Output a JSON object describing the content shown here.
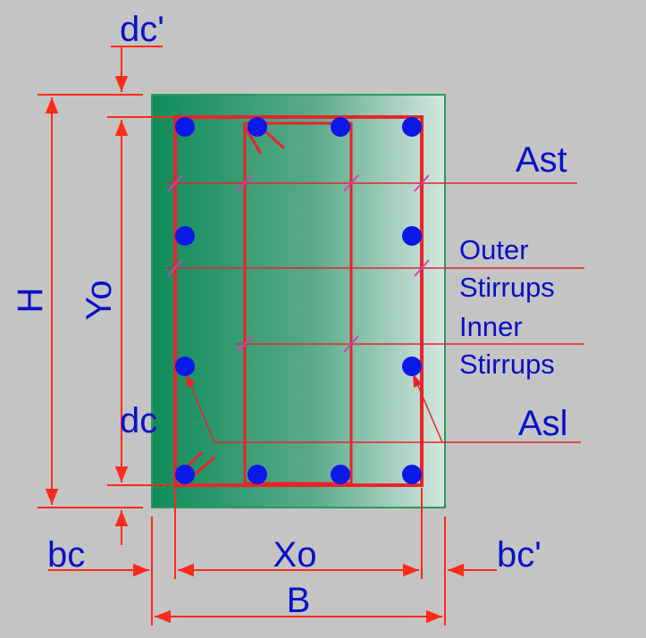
{
  "labels": {
    "dc_prime": "dc'",
    "H": "H",
    "Yo": "Yo",
    "dc": "dc",
    "bc": "bc",
    "Xo": "Xo",
    "bc_prime": "bc'",
    "B": "B",
    "Ast": "Ast",
    "outer_line1": "Outer",
    "outer_line2": "Stirrups",
    "inner_line1": "Inner",
    "inner_line2": "Stirrups",
    "Asl": "Asl"
  },
  "colors": {
    "background": "#c4c4c4",
    "section_dark": "#0e8c5a",
    "section_light": "#d6e6e0",
    "rebar": "#e8242a",
    "dimension": "#ff2a1a",
    "bar_dot": "#0a18e8",
    "text": "#0a10c8",
    "tick": "#d040b8"
  }
}
